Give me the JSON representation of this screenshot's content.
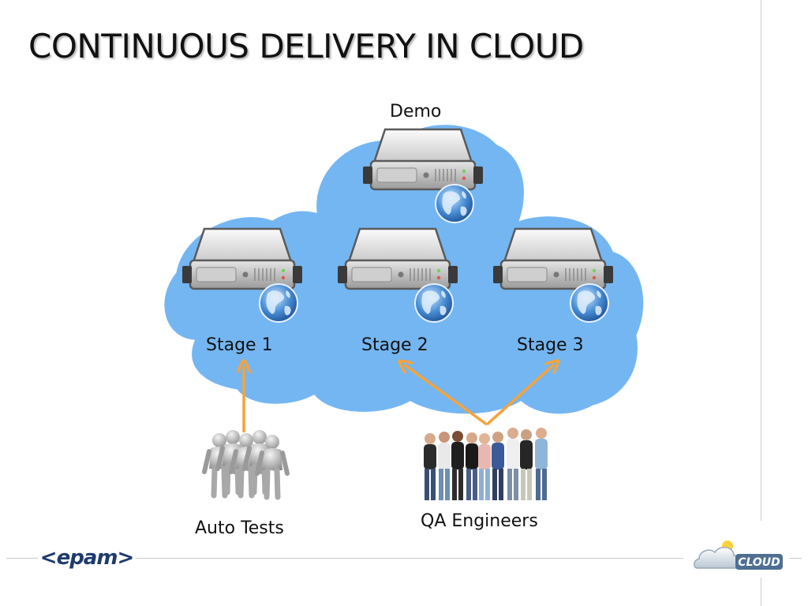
{
  "slide": {
    "title": "CONTINUOUS DELIVERY IN CLOUD"
  },
  "diagram": {
    "nodes": {
      "demo": "Demo",
      "stage1": "Stage 1",
      "stage2": "Stage 2",
      "stage3": "Stage 3"
    },
    "actors": {
      "auto_tests": "Auto Tests",
      "qa_engineers": "QA Engineers"
    },
    "colors": {
      "cloud": "#74b6f2",
      "arrow": "#f5a33b"
    },
    "icons": [
      "server-icon",
      "globe-icon",
      "robot-group-icon",
      "people-group-icon"
    ]
  },
  "footer": {
    "logo_left": "<epam>",
    "logo_right": "CLOUD"
  }
}
